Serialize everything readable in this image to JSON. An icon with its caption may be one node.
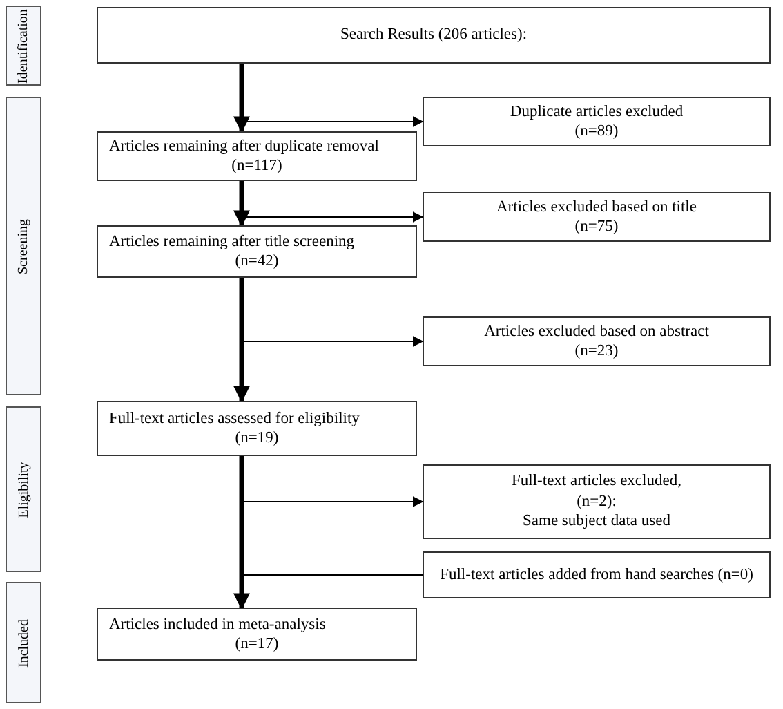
{
  "diagram": {
    "nodes": [
      {
        "text": [
          "Identification"
        ]
      },
      {
        "text": [
          "Search Results (206 articles):"
        ]
      },
      {
        "text": [
          "Duplicate articles excluded",
          "(n=89)"
        ]
      },
      {
        "text": [
          "Articles remaining after duplicate removal",
          "(n=117)"
        ]
      },
      {
        "text": [
          "Screening"
        ]
      },
      {
        "text": [
          "Articles excluded based on title",
          "(n=75)"
        ]
      },
      {
        "text": [
          "Articles remaining after title screening",
          "(n=42)"
        ]
      },
      {
        "text": [
          "Articles excluded based on abstract",
          "(n=23)"
        ]
      },
      {
        "text": [
          "Eligibility"
        ]
      },
      {
        "text": [
          "Full-text articles assessed for eligibility",
          "(n=19)"
        ]
      },
      {
        "text": [
          "Full-text articles excluded,",
          "(n=2):",
          "Same subject data used"
        ]
      },
      {
        "text": [
          "Full-text articles added from hand searches (n=0)"
        ]
      },
      {
        "text": [
          "Included"
        ]
      },
      {
        "text": [
          "Articles included in meta-analysis",
          "(n=17)"
        ]
      }
    ],
    "edges": [
      {
        "from": 1,
        "to": 2,
        "arrow": "to"
      },
      {
        "from": 1,
        "to": 3,
        "arrow": "to",
        "style": "thick"
      },
      {
        "from": 3,
        "to": 5,
        "arrow": "to"
      },
      {
        "from": 3,
        "to": 6,
        "arrow": "to",
        "style": "thick"
      },
      {
        "from": 6,
        "to": 7,
        "arrow": "to"
      },
      {
        "from": 6,
        "to": 9,
        "arrow": "to",
        "style": "thick"
      },
      {
        "from": 9,
        "to": 10,
        "arrow": "to"
      },
      {
        "from": 11,
        "to": 13,
        "arrow": "to"
      },
      {
        "from": 9,
        "to": 13,
        "arrow": "to",
        "style": "thick"
      }
    ]
  }
}
